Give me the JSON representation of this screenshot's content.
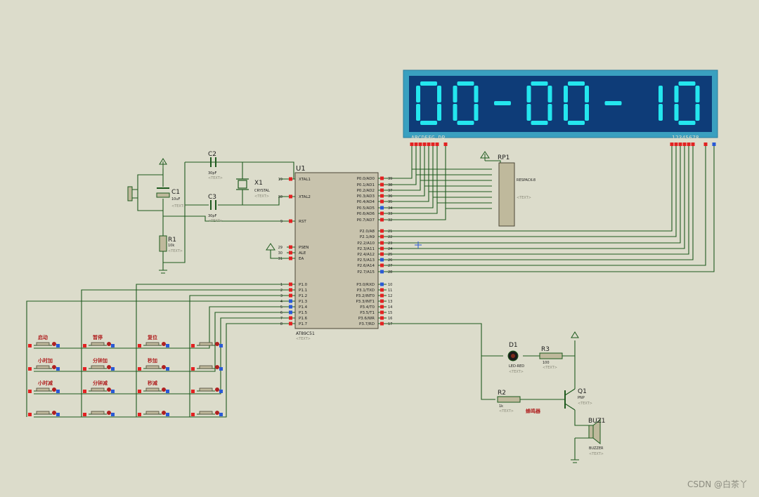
{
  "display": {
    "digits": [
      "0",
      "0",
      "-",
      "0",
      "0",
      "-",
      "1",
      "0"
    ],
    "seg_label": "ABCDEFG  DP",
    "com_label": "12345678"
  },
  "colors": {
    "background": "#dcdccb",
    "wire": "#1e5a1e",
    "display_body": "#0e3c78",
    "display_bezel": "#3aa0c0",
    "segment_on": "#24e6ee",
    "pin_red": "#e32222",
    "pin_blue": "#2a5ad6",
    "component": "#bfb99c",
    "ic_body": "#c8c3ad"
  },
  "mcu": {
    "ref": "U1",
    "part": "AT89C51",
    "text_marker": "<TEXT>",
    "left_pins": [
      {
        "num": "19",
        "name": "XTAL1"
      },
      {
        "num": "18",
        "name": "XTAL2"
      },
      {
        "num": "9",
        "name": "RST"
      },
      {
        "num": "29",
        "name": "PSEN"
      },
      {
        "num": "30",
        "name": "ALE"
      },
      {
        "num": "31",
        "name": "EA"
      },
      {
        "num": "1",
        "name": "P1.0"
      },
      {
        "num": "2",
        "name": "P1.1"
      },
      {
        "num": "3",
        "name": "P1.2"
      },
      {
        "num": "4",
        "name": "P1.3"
      },
      {
        "num": "5",
        "name": "P1.4"
      },
      {
        "num": "6",
        "name": "P1.5"
      },
      {
        "num": "7",
        "name": "P1.6"
      },
      {
        "num": "8",
        "name": "P1.7"
      }
    ],
    "right_pins": [
      {
        "num": "39",
        "name": "P0.0/AD0"
      },
      {
        "num": "38",
        "name": "P0.1/AD1"
      },
      {
        "num": "37",
        "name": "P0.2/AD2"
      },
      {
        "num": "36",
        "name": "P0.3/AD3"
      },
      {
        "num": "35",
        "name": "P0.4/AD4"
      },
      {
        "num": "34",
        "name": "P0.5/AD5"
      },
      {
        "num": "33",
        "name": "P0.6/AD6"
      },
      {
        "num": "32",
        "name": "P0.7/AD7"
      },
      {
        "num": "21",
        "name": "P2.0/A8"
      },
      {
        "num": "22",
        "name": "P2.1/A9"
      },
      {
        "num": "23",
        "name": "P2.2/A10"
      },
      {
        "num": "24",
        "name": "P2.3/A11"
      },
      {
        "num": "25",
        "name": "P2.4/A12"
      },
      {
        "num": "26",
        "name": "P2.5/A13"
      },
      {
        "num": "27",
        "name": "P2.6/A14"
      },
      {
        "num": "28",
        "name": "P2.7/A15"
      },
      {
        "num": "10",
        "name": "P3.0/RXD"
      },
      {
        "num": "11",
        "name": "P3.1/TXD"
      },
      {
        "num": "12",
        "name": "P3.2/INT0"
      },
      {
        "num": "13",
        "name": "P3.3/INT1"
      },
      {
        "num": "14",
        "name": "P3.4/T0"
      },
      {
        "num": "15",
        "name": "P3.5/T1"
      },
      {
        "num": "16",
        "name": "P3.6/WR"
      },
      {
        "num": "17",
        "name": "P3.7/RD"
      }
    ]
  },
  "components": {
    "c1": {
      "ref": "C1",
      "value": "10uF",
      "text": "<TEXT>"
    },
    "c2": {
      "ref": "C2",
      "value": "30pF",
      "text": "<TEXT>"
    },
    "c3": {
      "ref": "C3",
      "value": "30pF",
      "text": "<TEXT>"
    },
    "x1": {
      "ref": "X1",
      "value": "CRYSTAL",
      "text": "<TEXT>"
    },
    "r1": {
      "ref": "R1",
      "value": "10k",
      "text": "<TEXT>"
    },
    "rp1": {
      "ref": "RP1",
      "value": "RESPACK-8",
      "text": "<TEXT>"
    },
    "d1": {
      "ref": "D1",
      "value": "LED-RED",
      "text": "<TEXT>"
    },
    "r3": {
      "ref": "R3",
      "value": "100",
      "text": "<TEXT>"
    },
    "r2": {
      "ref": "R2",
      "value": "1k",
      "text": "<TEXT>"
    },
    "q1": {
      "ref": "Q1",
      "value": "PNP",
      "text": "<TEXT>"
    },
    "buz1": {
      "ref": "BUZ1",
      "value": "BUZZER",
      "text": "<TEXT>"
    },
    "buzzer_note": "蜂鸣器"
  },
  "keypad_labels": [
    "启动",
    "暂停",
    "复位",
    "",
    "小时加",
    "分钟加",
    "秒加",
    "",
    "小时减",
    "分钟减",
    "秒减",
    "",
    "",
    "",
    "",
    ""
  ],
  "watermark": "CSDN @白茶丫"
}
